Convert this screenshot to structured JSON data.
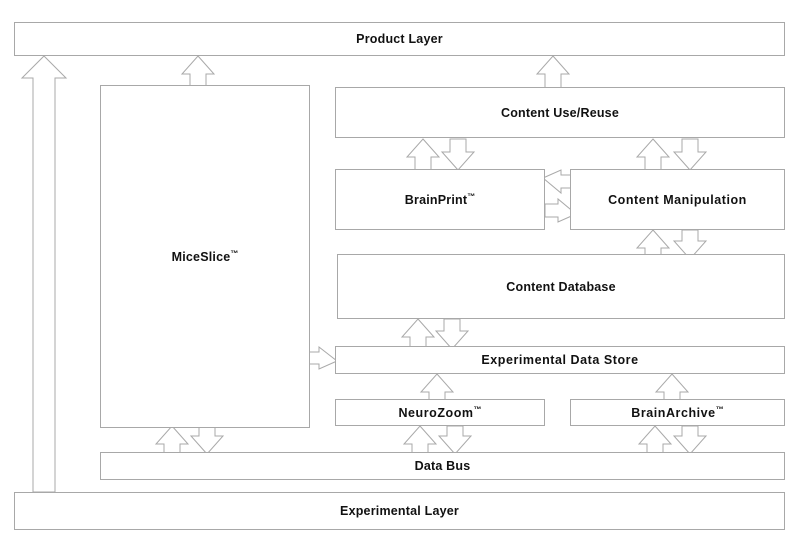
{
  "diagram": {
    "title": "Layered system architecture block diagram",
    "colors": {
      "box_border": "#a8a8a8",
      "arrow_stroke": "#a9a9a9",
      "arrow_fill": "#ffffff",
      "text": "#111111",
      "background": "#ffffff"
    },
    "boxes": {
      "product_layer": {
        "label": "Product Layer"
      },
      "miceslice": {
        "label": "MiceSlice",
        "trademark": "™"
      },
      "content_use_reuse": {
        "label": "Content Use/Reuse"
      },
      "brainprint": {
        "label": "BrainPrint",
        "trademark": "™"
      },
      "content_manipulation": {
        "label": "Content  Manipulation"
      },
      "content_database": {
        "label": "Content Database"
      },
      "experimental_data_store": {
        "label": "Experimental Data Store"
      },
      "neurozoom": {
        "label": "NeuroZoom",
        "trademark": "™"
      },
      "brainarchive": {
        "label": "BrainArchive",
        "trademark": "™"
      },
      "data_bus": {
        "label": "Data Bus"
      },
      "experimental_layer": {
        "label": "Experimental Layer"
      }
    },
    "connectors": [
      {
        "name": "experimental-layer-to-product-layer",
        "direction": "up",
        "from": "experimental_layer",
        "to": "product_layer"
      },
      {
        "name": "miceslice-to-product-layer",
        "direction": "up",
        "from": "miceslice",
        "to": "product_layer"
      },
      {
        "name": "content-use-reuse-to-product-layer",
        "direction": "up",
        "from": "content_use_reuse",
        "to": "product_layer"
      },
      {
        "name": "brainprint-to-content-use-reuse",
        "direction": "up",
        "from": "brainprint",
        "to": "content_use_reuse"
      },
      {
        "name": "content-use-reuse-to-brainprint",
        "direction": "down",
        "from": "content_use_reuse",
        "to": "brainprint"
      },
      {
        "name": "content-manipulation-to-content-use-reuse",
        "direction": "up",
        "from": "content_manipulation",
        "to": "content_use_reuse"
      },
      {
        "name": "content-use-reuse-to-content-manipulation",
        "direction": "down",
        "from": "content_use_reuse",
        "to": "content_manipulation"
      },
      {
        "name": "content-manipulation-to-brainprint",
        "direction": "left",
        "from": "content_manipulation",
        "to": "brainprint"
      },
      {
        "name": "brainprint-to-content-manipulation",
        "direction": "right",
        "from": "brainprint",
        "to": "content_manipulation"
      },
      {
        "name": "content-database-to-content-manipulation",
        "direction": "up",
        "from": "content_database",
        "to": "content_manipulation"
      },
      {
        "name": "content-manipulation-to-content-database",
        "direction": "down",
        "from": "content_manipulation",
        "to": "content_database"
      },
      {
        "name": "experimental-data-store-to-content-database",
        "direction": "up",
        "from": "experimental_data_store",
        "to": "content_database"
      },
      {
        "name": "content-database-to-experimental-data-store",
        "direction": "down",
        "from": "content_database",
        "to": "experimental_data_store"
      },
      {
        "name": "miceslice-to-experimental-data-store",
        "direction": "right",
        "from": "miceslice",
        "to": "experimental_data_store"
      },
      {
        "name": "neurozoom-to-experimental-data-store",
        "direction": "up",
        "from": "neurozoom",
        "to": "experimental_data_store"
      },
      {
        "name": "brainarchive-to-experimental-data-store",
        "direction": "up",
        "from": "brainarchive",
        "to": "experimental_data_store"
      },
      {
        "name": "data-bus-to-neurozoom",
        "direction": "up",
        "from": "data_bus",
        "to": "neurozoom"
      },
      {
        "name": "neurozoom-to-data-bus",
        "direction": "down",
        "from": "neurozoom",
        "to": "data_bus"
      },
      {
        "name": "data-bus-to-brainarchive",
        "direction": "up",
        "from": "data_bus",
        "to": "brainarchive"
      },
      {
        "name": "brainarchive-to-data-bus",
        "direction": "down",
        "from": "brainarchive",
        "to": "data_bus"
      },
      {
        "name": "data-bus-to-miceslice",
        "direction": "up",
        "from": "data_bus",
        "to": "miceslice"
      },
      {
        "name": "miceslice-to-data-bus",
        "direction": "down",
        "from": "miceslice",
        "to": "data_bus"
      }
    ]
  }
}
